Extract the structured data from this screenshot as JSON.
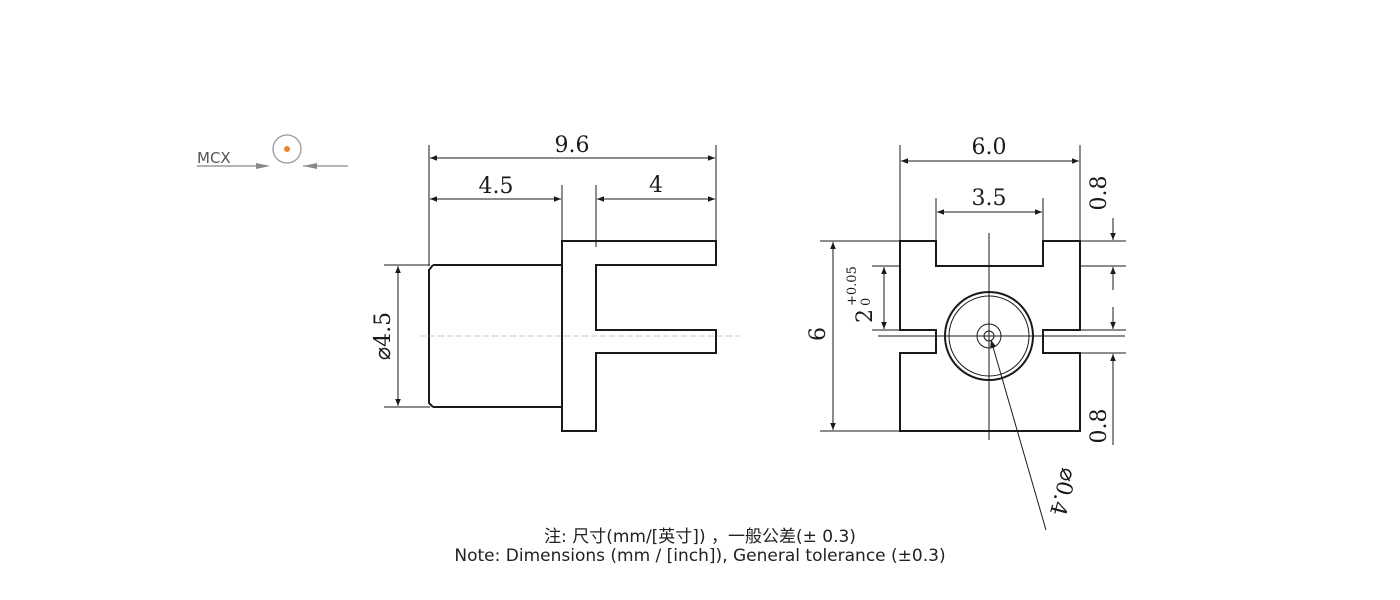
{
  "connector_label": "MCX",
  "colors": {
    "line": "#1a1a1a",
    "accent_dot": "#e8842a",
    "icon": "#888888"
  },
  "side_view": {
    "overall_length": "9.6",
    "barrel_length": "4.5",
    "pin_length": "4",
    "barrel_diameter": "⌀4.5"
  },
  "top_view": {
    "width": "6.0",
    "slot_spacing": "3.5",
    "height": "6",
    "corner_notch_top": "0.8",
    "corner_notch_bottom": "0.8",
    "notch_position": "2",
    "notch_tolerance_upper": "+0.05",
    "notch_tolerance_lower": "0",
    "pin_diameter": "⌀0.4"
  },
  "notes": {
    "chinese": "注: 尺寸(mm/[英寸]) ，一般公差(± 0.3)",
    "english": "Note: Dimensions (mm / [inch]), General tolerance (±0.3)"
  }
}
